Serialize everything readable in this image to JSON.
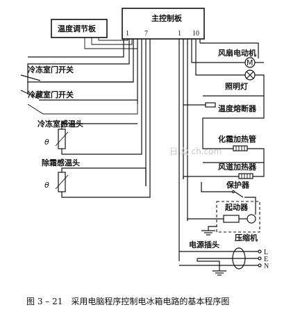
{
  "controller": {
    "title": "主控制板",
    "pin_left_1": "1",
    "pin_left_7": "7",
    "pin_right_1": "1",
    "pin_right_10": "10"
  },
  "temp_adjust_board": "温度调节板",
  "left_components": {
    "freezer_door_switch": "冷冻室门开关",
    "fridge_door_switch": "冷藏室门开关",
    "freezer_sensor": "冷冻室感温头",
    "defrost_sensor": "除霜感温头",
    "theta_symbol": "θ"
  },
  "right_components": {
    "fan_motor": "风扇电动机",
    "motor_symbol": "M",
    "light": "照明灯",
    "thermal_fuse": "温度熔断器",
    "defrost_heater": "化霜加热管",
    "duct_heater": "风道加热器",
    "protector": "保护器",
    "starter": "起动器",
    "compressor": "压缩机",
    "power_plug": "电源插头",
    "terminal_L": "L",
    "terminal_E": "E",
    "terminal_N": "N"
  },
  "watermark": "日 公 ch.com",
  "caption": "图 3 – 21　采用电脑程序控制电冰箱电路的基本程序图"
}
